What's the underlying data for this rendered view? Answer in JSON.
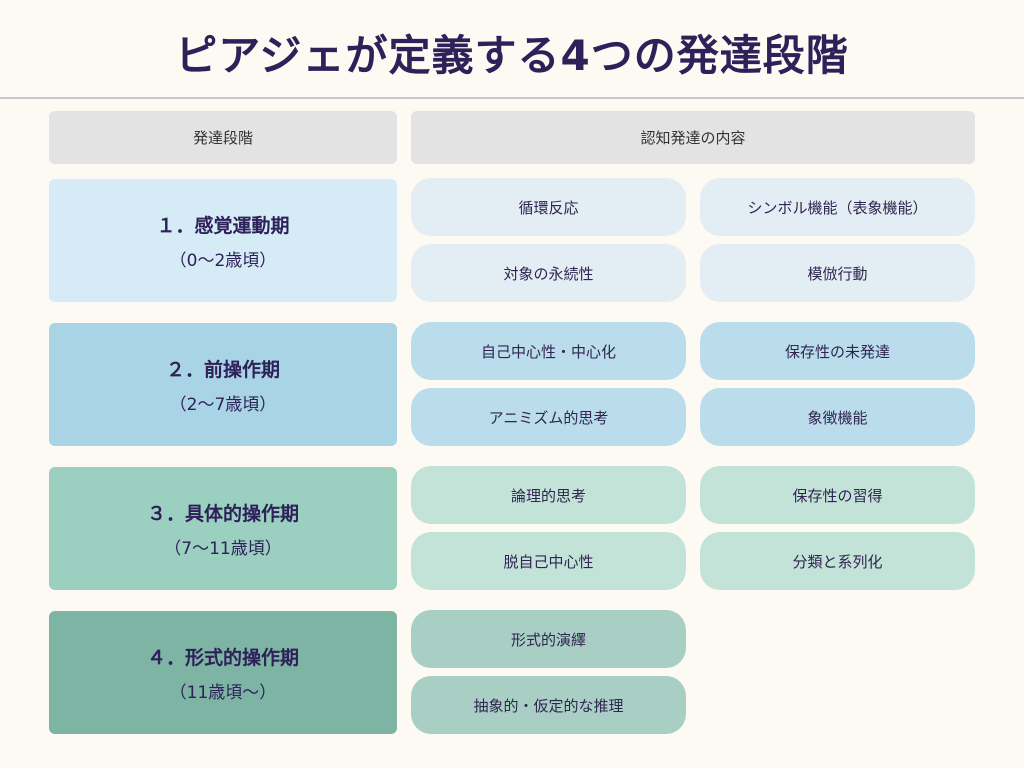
{
  "title": "ピアジェが定義する4つの発達段階",
  "headers": {
    "stage": "発達段階",
    "content": "認知発達の内容"
  },
  "stages": [
    {
      "name": "１．感覚運動期",
      "age": "（0〜2歳頃）",
      "items": [
        "循環反応",
        "シンボル機能（表象機能）",
        "対象の永続性",
        "模倣行動"
      ]
    },
    {
      "name": "２．前操作期",
      "age": "（2〜7歳頃）",
      "items": [
        "自己中心性・中心化",
        "保存性の未発達",
        "アニミズム的思考",
        "象徴機能"
      ]
    },
    {
      "name": "３．具体的操作期",
      "age": "（7〜11歳頃）",
      "items": [
        "論理的思考",
        "保存性の習得",
        "脱自己中心性",
        "分類と系列化"
      ]
    },
    {
      "name": "４．形式的操作期",
      "age": "（11歳頃〜）",
      "items": [
        "形式的演繹",
        "抽象的・仮定的な推理"
      ]
    }
  ]
}
